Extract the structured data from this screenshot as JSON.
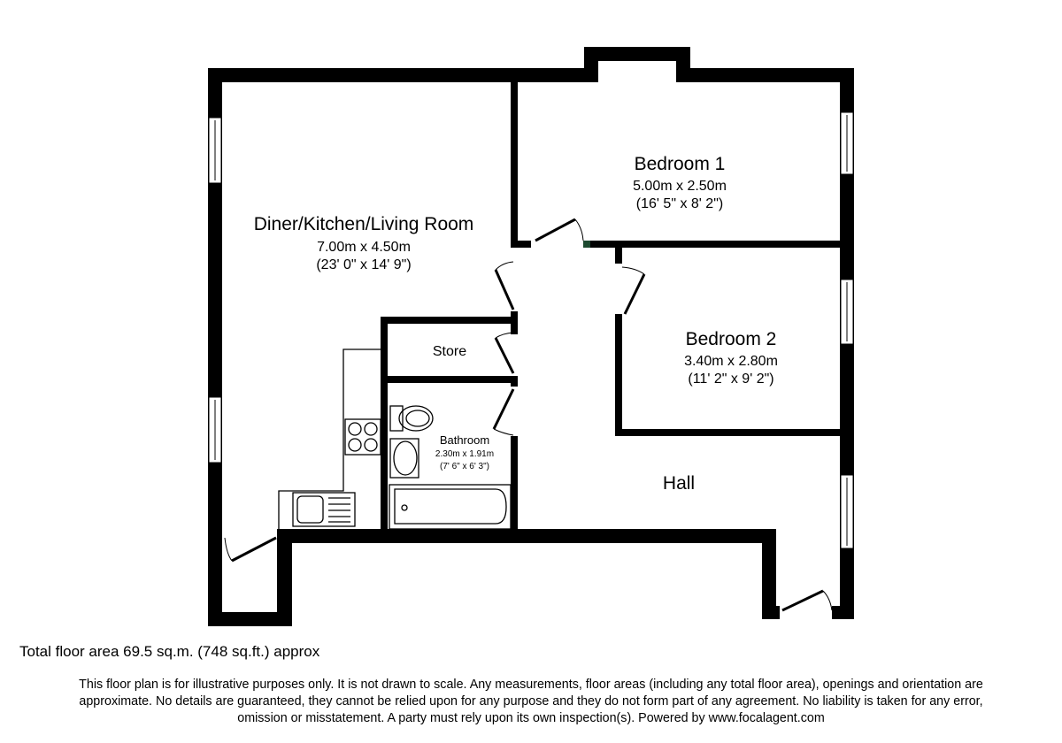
{
  "rooms": {
    "living": {
      "name": "Diner/Kitchen/Living Room",
      "metric": "7.00m x 4.50m",
      "imperial": "(23' 0\" x 14' 9\")"
    },
    "bedroom1": {
      "name": "Bedroom 1",
      "metric": "5.00m x 2.50m",
      "imperial": "(16' 5\" x 8' 2\")"
    },
    "bedroom2": {
      "name": "Bedroom 2",
      "metric": "3.40m x 2.80m",
      "imperial": "(11' 2\" x 9' 2\")"
    },
    "store": {
      "name": "Store"
    },
    "bathroom": {
      "name": "Bathroom",
      "metric": "2.30m x 1.91m",
      "imperial": "(7' 6\" x 6' 3\")"
    },
    "hall": {
      "name": "Hall"
    }
  },
  "footer": {
    "total_area": "Total floor area 69.5 sq.m. (748 sq.ft.) approx",
    "disclaimer": [
      "This floor plan is for illustrative purposes only. It is not drawn to scale. Any measurements, floor areas (including any total floor area), openings and orientation are",
      "approximate. No details are guaranteed, they cannot be relied upon for any purpose and they do not form part of any agreement. No liability is taken for any error,",
      "omission or misstatement. A party must rely upon its own inspection(s). Powered by www.focalagent.com"
    ]
  }
}
